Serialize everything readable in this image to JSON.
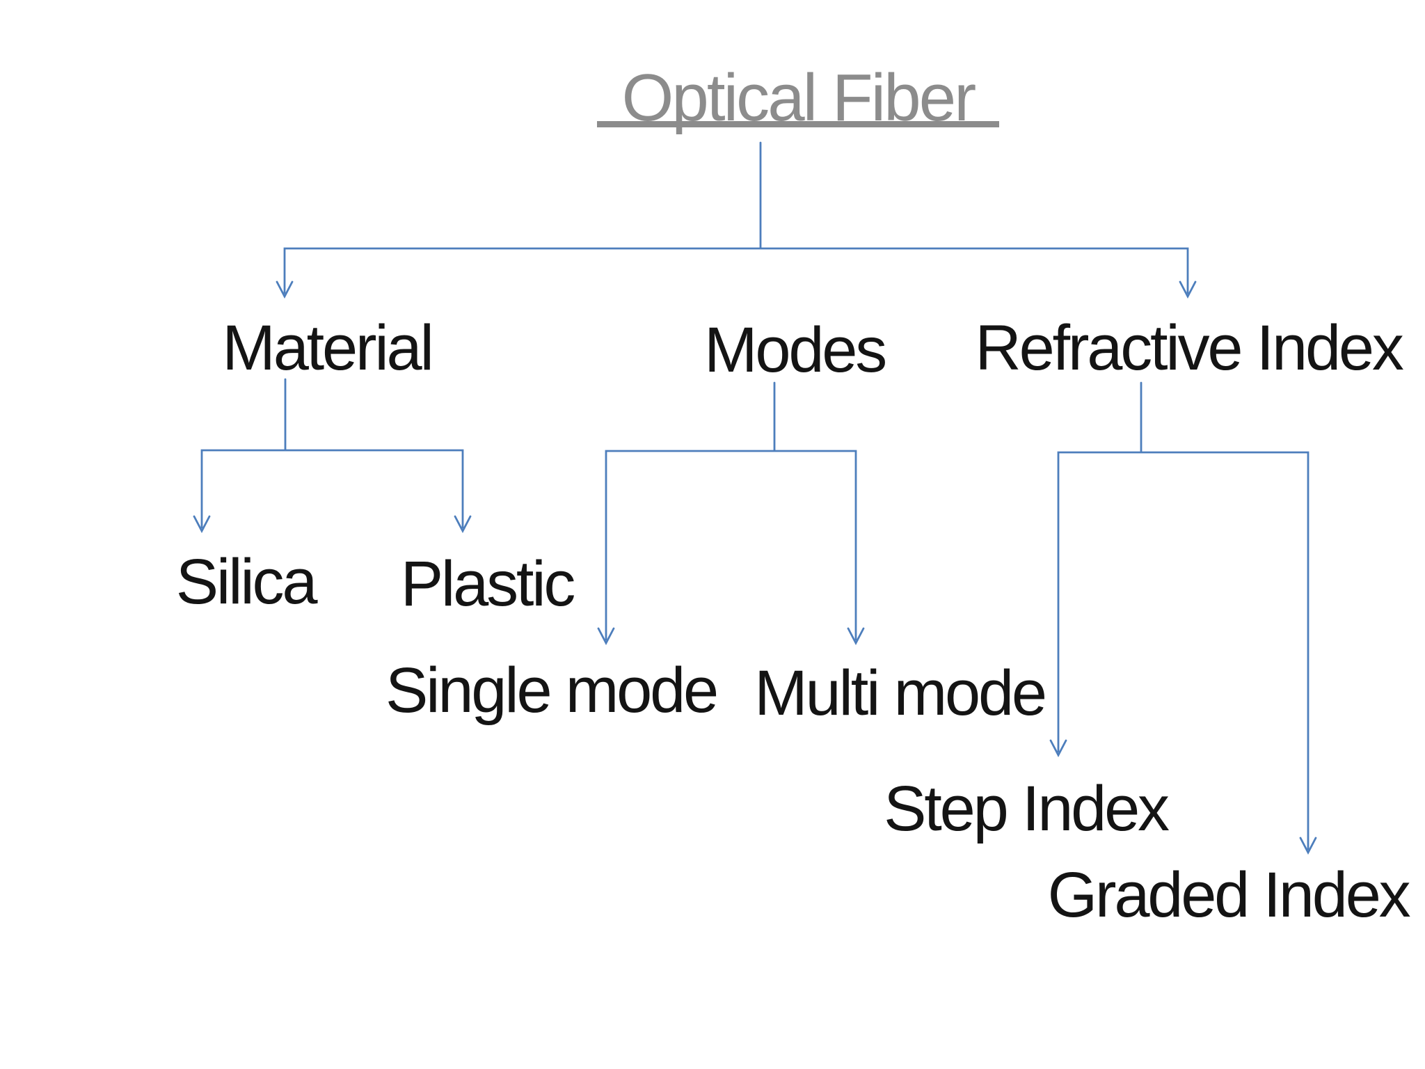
{
  "diagram": {
    "title": "Optical Fiber",
    "colors": {
      "background": "#ffffff",
      "connector": "#4d7ebc",
      "title_text": "#8c8c8c",
      "node_text": "#141414"
    },
    "branches": [
      {
        "label": "Material",
        "children": [
          {
            "label": "Silica"
          },
          {
            "label": "Plastic"
          }
        ]
      },
      {
        "label": "Modes",
        "children": [
          {
            "label": "Single mode"
          },
          {
            "label": "Multi mode"
          }
        ]
      },
      {
        "label": "Refractive Index",
        "children": [
          {
            "label": "Step Index"
          },
          {
            "label": "Graded Index"
          }
        ]
      }
    ]
  }
}
